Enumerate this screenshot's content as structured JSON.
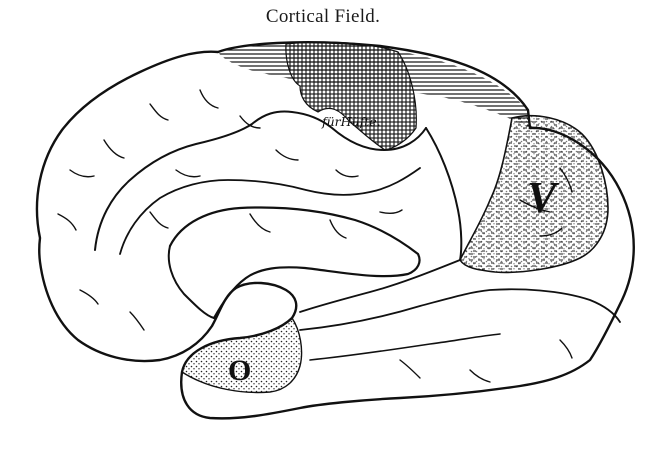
{
  "title": "Cortical Field.",
  "labels": {
    "hip_area": "fürHüfte.",
    "visual_area": "V",
    "olfactory_area": "O"
  },
  "colors": {
    "ink": "#111111",
    "background": "#ffffff"
  }
}
